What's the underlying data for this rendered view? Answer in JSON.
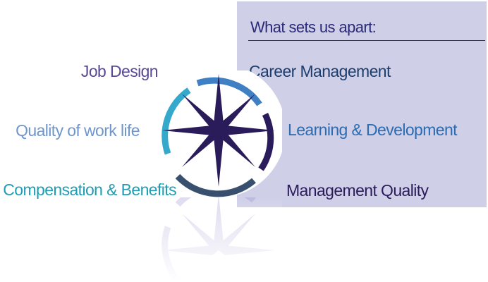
{
  "panel": {
    "title": "What sets us apart:"
  },
  "labels_left": {
    "job_design": "Job Design",
    "quality_of_work_life": "Quality of work life",
    "compensation_benefits": "Compensation & Benefits"
  },
  "labels_right": {
    "career_management": "Career Management",
    "learning_development": "Learning & Development",
    "management_quality": "Management Quality"
  },
  "colors": {
    "panel_bg": "#cfcfe8",
    "panel_text": "#2a2a78",
    "star": "#2a1b5a",
    "arc_cyan": "#35a9cc",
    "arc_blue": "#3f7fc4",
    "arc_navy": "#1f3e66",
    "arc_purple": "#2a1b5a",
    "arc_slate": "#38506e"
  },
  "icons": {
    "compass": "compass-star-icon"
  }
}
